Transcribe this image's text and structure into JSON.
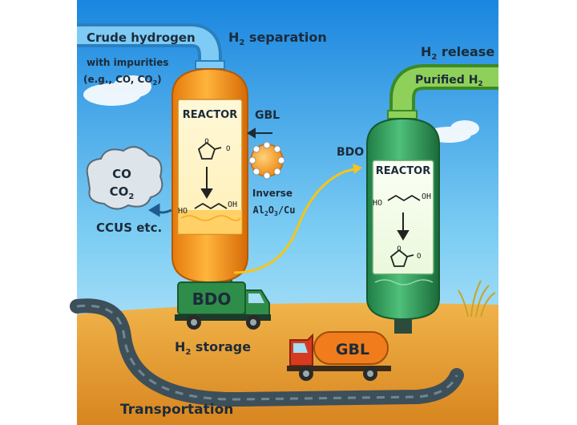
{
  "diagram": {
    "crude_hydrogen_label": "Crude hydrogen",
    "impurities_line1": "with impurities",
    "impurities_line2_prefix": "(e.g., CO, CO",
    "impurities_line2_sub": "2",
    "impurities_line2_suffix": ")",
    "h2_separation": {
      "h": "H",
      "sub": "2",
      "rest": " separation"
    },
    "h2_release": {
      "h": "H",
      "sub": "2",
      "rest": " release"
    },
    "purified_h2": {
      "text": "Purified H",
      "sub": "2"
    },
    "reactor_left_label": "REACTOR",
    "reactor_right_label": "REACTOR",
    "gbl_input_label": "GBL",
    "bdo_transfer_label": "BDO",
    "catalyst": {
      "line1": "Inverse",
      "line2_parts": [
        "Al",
        "2",
        "O",
        "3",
        "/Cu"
      ]
    },
    "co_label": "CO",
    "co2_label": {
      "text": "CO",
      "sub": "2"
    },
    "ccus_label": "CCUS etc.",
    "ho_left": "HO",
    "oh_left": "OH",
    "ho_right": "HO",
    "oh_right": "OH",
    "ring_o_left": "O",
    "ring_o_right": "O",
    "truck_bdo_label": "BDO",
    "truck_gbl_label": "GBL",
    "h2_storage": {
      "h": "H",
      "sub": "2",
      "rest": " storage"
    },
    "transportation_label": "Transportation"
  },
  "colors": {
    "sky_top": "#1e88e5",
    "sky_bottom": "#c6ecff",
    "ground": "#e59a2c",
    "reactor_orange": "#f39a1e",
    "reactor_green": "#2e9e5b",
    "pipe_blue": "#5fb8f0",
    "pipe_green": "#6cbf3a",
    "flow_yellow": "#f5c518",
    "road": "#3d4f59"
  }
}
